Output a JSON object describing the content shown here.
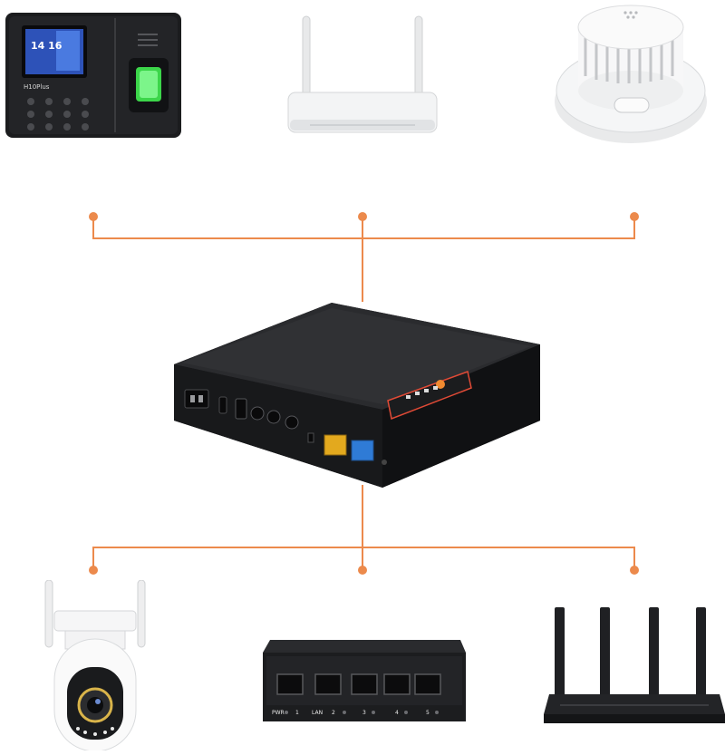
{
  "colors": {
    "connector": "#ec8a4c",
    "device_dark": "#1d1e20",
    "device_white": "#f1f2f3"
  },
  "devices": {
    "time_clock": {
      "icon": "fingerprint-time-clock-icon",
      "screen_brand": "H10Plus",
      "screen_time": "14 16"
    },
    "wifi_router_white": {
      "icon": "wifi-router-icon"
    },
    "smoke_detector": {
      "icon": "smoke-detector-icon"
    },
    "mini_ups": {
      "icon": "mini-ups-power-box-icon"
    },
    "security_camera": {
      "icon": "ptz-security-camera-icon"
    },
    "network_switch": {
      "icon": "network-switch-icon",
      "port_labels": [
        "PWR",
        "1",
        "LAN",
        "2",
        "3",
        "4",
        "5"
      ]
    },
    "wifi_router_black": {
      "icon": "wifi-router-icon"
    }
  }
}
